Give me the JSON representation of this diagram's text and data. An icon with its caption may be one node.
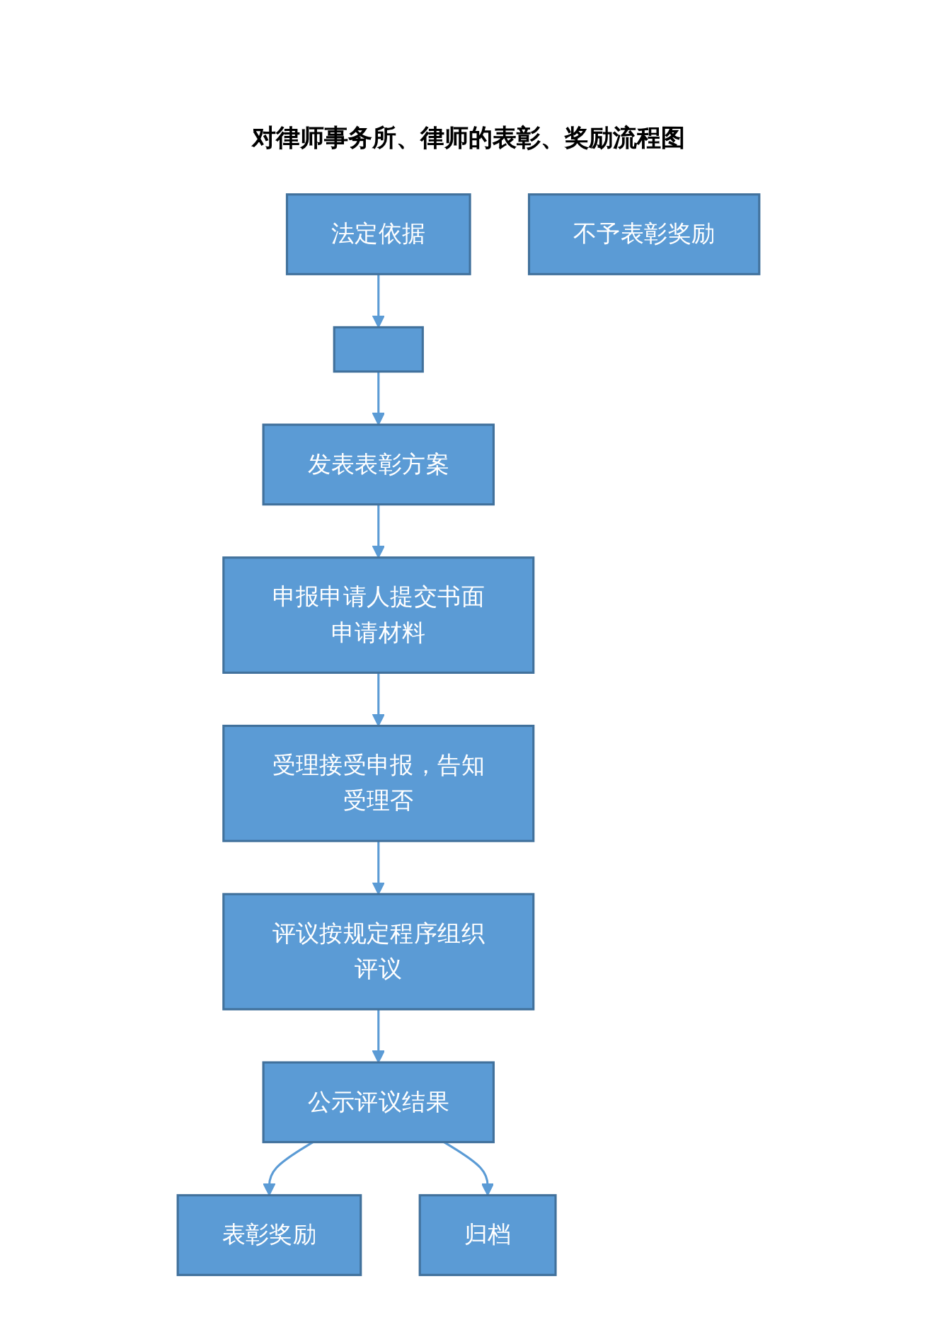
{
  "diagram": {
    "title": "对律师事务所、律师的表彰、奖励流程图",
    "nodes": [
      {
        "text": [
          "法定依据"
        ]
      },
      {
        "text": [],
        "shape": "box"
      },
      {
        "text": [
          "发表表彰方案"
        ]
      },
      {
        "text": [
          "申报申请人提交书面申请材料"
        ]
      },
      {
        "text": [
          "受理接受申报，告知受理否"
        ]
      },
      {
        "text": [
          "评议按规定程序组织评议"
        ]
      },
      {
        "text": [
          "公示评议结果"
        ]
      },
      {
        "text": [
          "表彰奖励"
        ]
      },
      {
        "text": [
          "归档"
        ]
      },
      {
        "text": [
          "不予表彰奖励"
        ]
      }
    ],
    "edges": [
      {
        "from": 0,
        "to": 1,
        "arrow": "to"
      },
      {
        "from": 1,
        "to": 2,
        "arrow": "to"
      },
      {
        "from": 2,
        "to": 3,
        "arrow": "to"
      },
      {
        "from": 3,
        "to": 4,
        "arrow": "to"
      },
      {
        "from": 4,
        "to": 5,
        "arrow": "to"
      },
      {
        "from": 5,
        "to": 6,
        "arrow": "to"
      },
      {
        "from": 6,
        "to": 7,
        "arrow": "to"
      },
      {
        "from": 6,
        "to": 8,
        "arrow": "to"
      }
    ]
  }
}
